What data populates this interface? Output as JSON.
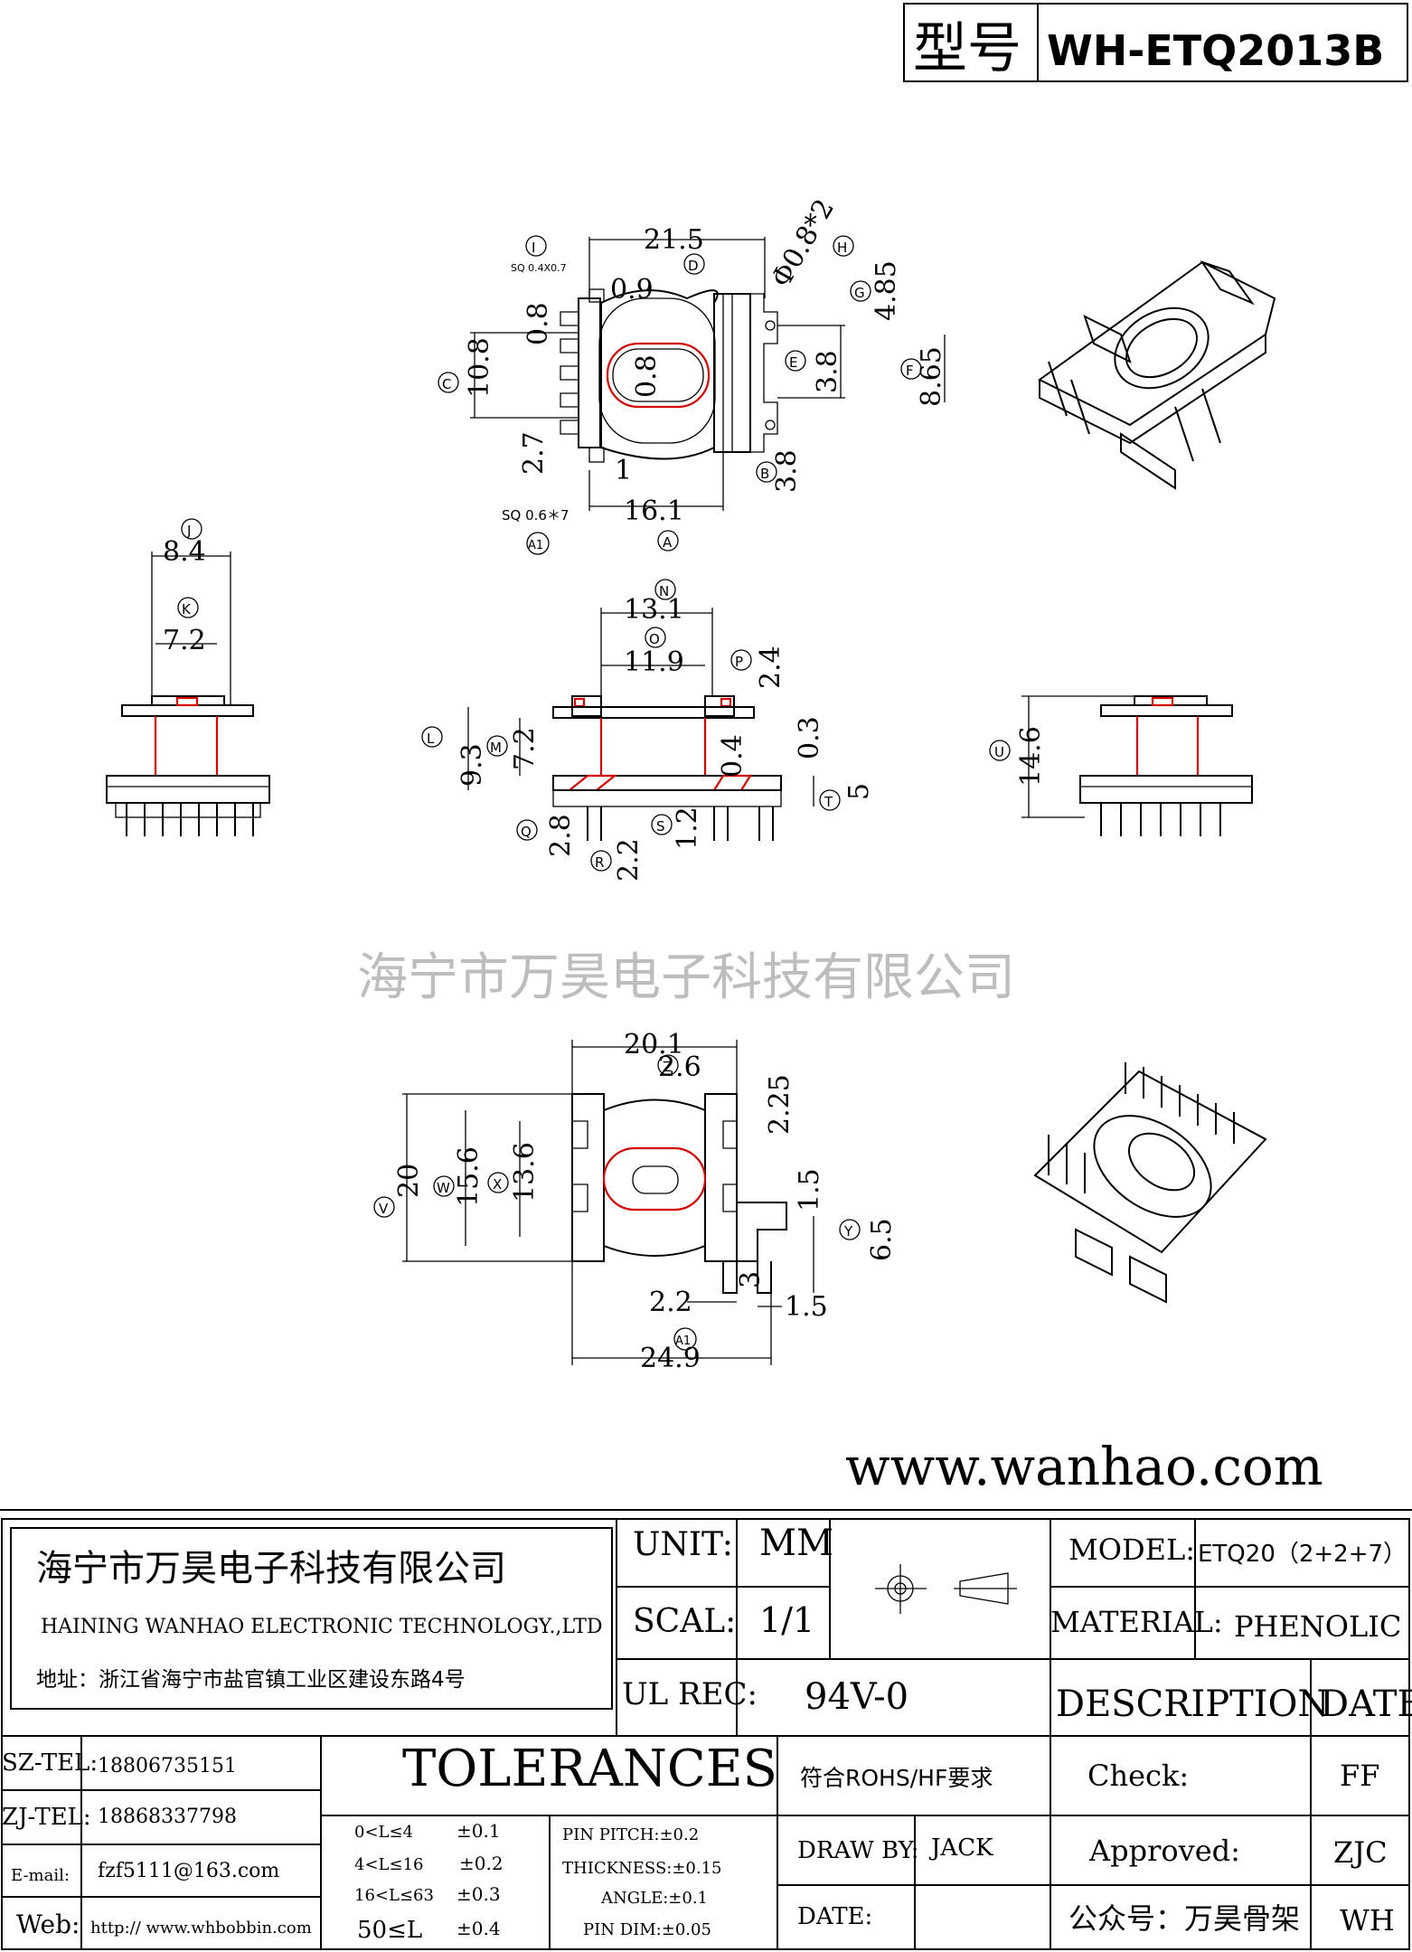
{
  "header": {
    "model_label": "型号",
    "model_no": "WH-ETQ2013B"
  },
  "watermark": "海宁市万昊电子科技有限公司",
  "website": "www.wanhao.com",
  "top_view": {
    "dims": [
      "21.5",
      "0.9",
      "0.8",
      "10.8",
      "0.8",
      "2.7",
      "1",
      "16.1",
      "3.8",
      "3.8",
      "4.85",
      "8.65",
      "Φ0.8*2"
    ],
    "notes": [
      "SQ 0.4X0.7",
      "SQ 0.6＊7"
    ],
    "markers": [
      "I",
      "D",
      "H",
      "G",
      "C",
      "E",
      "F",
      "B",
      "A1",
      "A"
    ]
  },
  "side_left": {
    "dims": [
      "8.4",
      "7.2"
    ],
    "markers": [
      "J",
      "K"
    ]
  },
  "front_view": {
    "dims": [
      "13.1",
      "11.9",
      "2.4",
      "9.3",
      "7.2",
      "0.4",
      "0.3",
      "5",
      "2.8",
      "2.2",
      "1.2"
    ],
    "markers": [
      "N",
      "O",
      "P",
      "L",
      "M",
      "T",
      "Q",
      "R",
      "S"
    ]
  },
  "side_right": {
    "dims": [
      "14.6"
    ],
    "markers": [
      "U"
    ]
  },
  "bottom_view": {
    "dims": [
      "20.1",
      "2.6",
      "2.25",
      "20",
      "15.6",
      "13.6",
      "1.5",
      "6.5",
      "3",
      "2.2",
      "1.5",
      "24.9"
    ],
    "markers": [
      "Z",
      "V",
      "W",
      "X",
      "Y",
      "A1"
    ]
  },
  "title_block": {
    "company_cn": "海宁市万昊电子科技有限公司",
    "company_en": "HAINING WANHAO ELECTRONIC TECHNOLOGY.,LTD",
    "address": "地址：浙江省海宁市盐官镇工业区建设东路4号",
    "unit_label": "UNIT:",
    "unit_value": "MM",
    "scale_label": "SCAL:",
    "scale_value": "1/1",
    "ul_label": "UL REC:",
    "ul_value": "94V-0",
    "model_label": "MODEL:",
    "model_value": "ETQ20（2+2+7）",
    "material_label": "MATERIAL:",
    "material_value": "PHENOLIC",
    "description": "DESCRIPTION",
    "date": "DATE",
    "contacts": [
      {
        "label": "SZ-TEL:",
        "value": "18806735151"
      },
      {
        "label": "ZJ-TEL:",
        "value": "18868337798"
      },
      {
        "label": "E-mail:",
        "value": "fzf5111@163.com"
      },
      {
        "label": "Web:",
        "value": "http:// www.whbobbin.com"
      }
    ],
    "tolerances_title": "TOLERANCES",
    "tolerances": [
      {
        "range": "0<L≤4",
        "tol": "±0.1"
      },
      {
        "range": "4<L≤16",
        "tol": "±0.2"
      },
      {
        "range": "16<L≤63",
        "tol": "±0.3"
      },
      {
        "range": "50≤L",
        "tol": "±0.4"
      }
    ],
    "pin_specs": [
      "PIN PITCH:±0.2",
      "THICKNESS:±0.15",
      "ANGLE:±0.1",
      "PIN DIM:±0.05"
    ],
    "rohs": "符合ROHS/HF要求",
    "draw_by_label": "DRAW BY:",
    "draw_by_value": "JACK",
    "date_label": "DATE:",
    "check_label": "Check:",
    "check_value": "FF",
    "approved_label": "Approved:",
    "approved_value": "ZJC",
    "wechat": "公众号：万昊骨架",
    "wechat_value": "WH"
  }
}
